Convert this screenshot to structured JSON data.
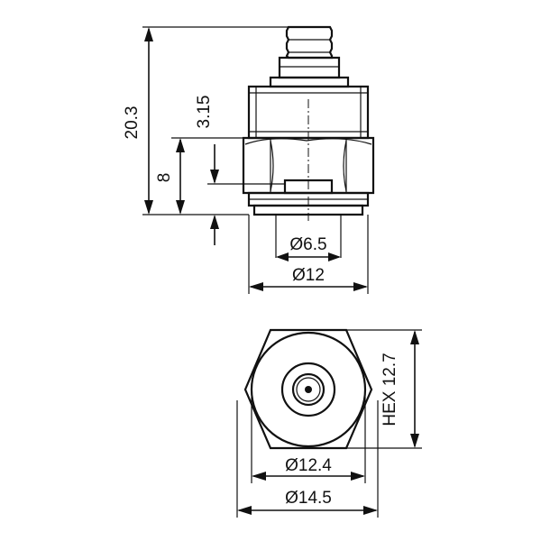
{
  "dimensions": {
    "overall_height": "20.3",
    "top_offset": "3.15",
    "hex_depth": "8",
    "inner_diameter": "Ø6.5",
    "outer_diameter": "Ø12",
    "hex_size": "HEX 12.7",
    "bottom_diameter_inner": "Ø12.4",
    "bottom_diameter_outer": "Ø14.5"
  },
  "colors": {
    "line": "#111111",
    "background": "#ffffff"
  }
}
